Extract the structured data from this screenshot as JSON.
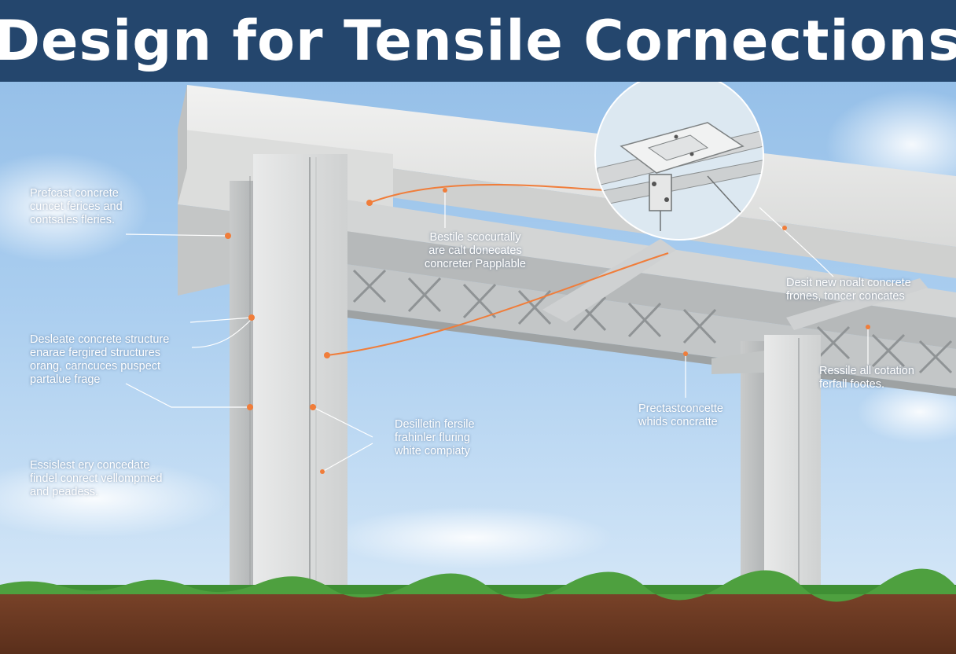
{
  "title": "Design for Tensile Cornections",
  "colors": {
    "title_bar": "#24466d",
    "sky": "#a9cdef",
    "concrete": "#e4e5e4",
    "truss": "#b9bcbd",
    "callout_line": "#f07d3a",
    "grass": "#3f8f34",
    "soil": "#6b3a22"
  },
  "labels": [
    {
      "id": "upper-left",
      "lines": [
        "Prefcast concrete",
        "cuncet ferices and",
        "contsales fleries."
      ]
    },
    {
      "id": "center-top",
      "lines": [
        "Bestile scocurtally",
        "are calt donecates",
        "concreter Papplable"
      ]
    },
    {
      "id": "right-top",
      "lines": [
        "Desit new noalt concrete",
        "frones, toncer concates"
      ]
    },
    {
      "id": "left-middle",
      "lines": [
        "Desleate concrete structure",
        "enarae fergired structures",
        "orang, carncuces puspect",
        "partalue frage"
      ]
    },
    {
      "id": "right-middle",
      "lines": [
        "Ressile all cotation",
        "ferfall footes."
      ]
    },
    {
      "id": "center-middle",
      "lines": [
        "Prectastconcette",
        "whids concratte"
      ]
    },
    {
      "id": "column-mid",
      "lines": [
        "Desilletin fersile",
        "frahinler fluring",
        "white compiaty"
      ]
    },
    {
      "id": "lower-left",
      "lines": [
        "Essislest ery concedate",
        "findel conrect vellompmed",
        "and peadess."
      ]
    }
  ]
}
